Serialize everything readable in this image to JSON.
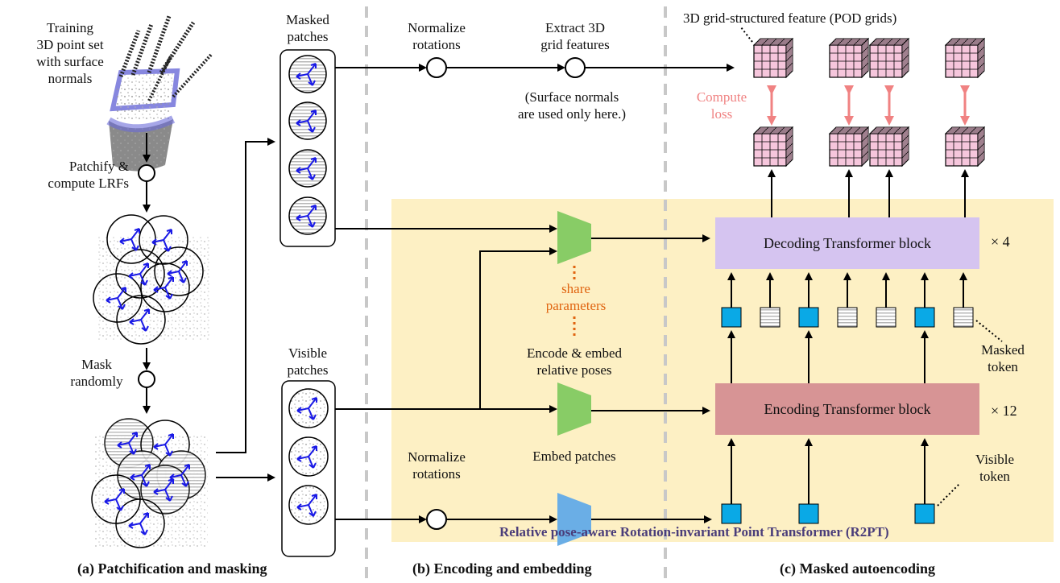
{
  "panel_a": {
    "input_label": [
      "Training",
      "3D point set",
      "with surface",
      "normals"
    ],
    "op_patchify": [
      "Patchify &",
      "compute LRFs"
    ],
    "op_mask": [
      "Mask",
      "randomly"
    ],
    "caption": "(a) Patchification and masking"
  },
  "masked_group": {
    "title": [
      "Masked",
      "patches"
    ]
  },
  "visible_group": {
    "title": [
      "Visible",
      "patches"
    ]
  },
  "panel_b": {
    "normalize_top": [
      "Normalize",
      "rotations"
    ],
    "extract": [
      "Extract 3D",
      "grid features"
    ],
    "normals_note": [
      "(Surface normals",
      "are used only here.)"
    ],
    "share": [
      "share",
      "parameters"
    ],
    "encode_embed": [
      "Encode & embed",
      "relative poses"
    ],
    "embed_patches": "Embed patches",
    "normalize_bottom": [
      "Normalize",
      "rotations"
    ],
    "caption": "(b) Encoding and embedding"
  },
  "panel_c": {
    "grid_title": "3D grid-structured feature (POD grids)",
    "compute_loss": [
      "Compute",
      "loss"
    ],
    "decoder": {
      "label": "Decoding Transformer block",
      "repeat": "× 4"
    },
    "encoder": {
      "label": "Encoding Transformer block",
      "repeat": "× 12"
    },
    "masked_token": [
      "Masked",
      "token"
    ],
    "visible_token": [
      "Visible",
      "token"
    ],
    "caption": "(c) Masked autoencoding"
  },
  "r2pt_label": "Relative pose-aware Rotation-invariant Point Transformer (R2PT)",
  "colors": {
    "r2pt_bg": "#fdf0c4",
    "decoder": "#d5c4f0",
    "encoder": "#d79495",
    "visible_token": "#0aa9e6",
    "relpose_encoder": "#88cc66",
    "patch_embedder": "#6aaee6",
    "loss": "#f08282",
    "grid_cube": "#f6c6dc",
    "share_dots": "#e06410",
    "normals": "#3030e6",
    "r2pt_text": "#4a3d7a"
  }
}
